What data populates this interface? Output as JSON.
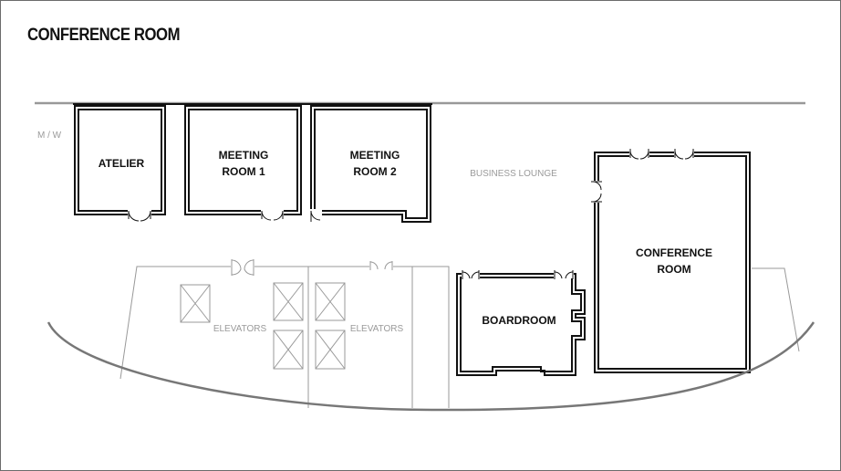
{
  "title": "CONFERENCE ROOM",
  "labels": {
    "mw": "M / W",
    "atelier": "ATELIER",
    "meeting1_l1": "MEETING",
    "meeting1_l2": "ROOM 1",
    "meeting2_l1": "MEETING",
    "meeting2_l2": "ROOM 2",
    "business_lounge": "BUSINESS LOUNGE",
    "conference_l1": "CONFERENCE",
    "conference_l2": "ROOM",
    "boardroom": "BOARDROOM",
    "elevators_left": "ELEVATORS",
    "elevators_right": "ELEVATORS"
  },
  "colors": {
    "wall": "#111111",
    "outline": "#999999",
    "hull": "#777777",
    "grey_text": "#9a9a9a"
  }
}
